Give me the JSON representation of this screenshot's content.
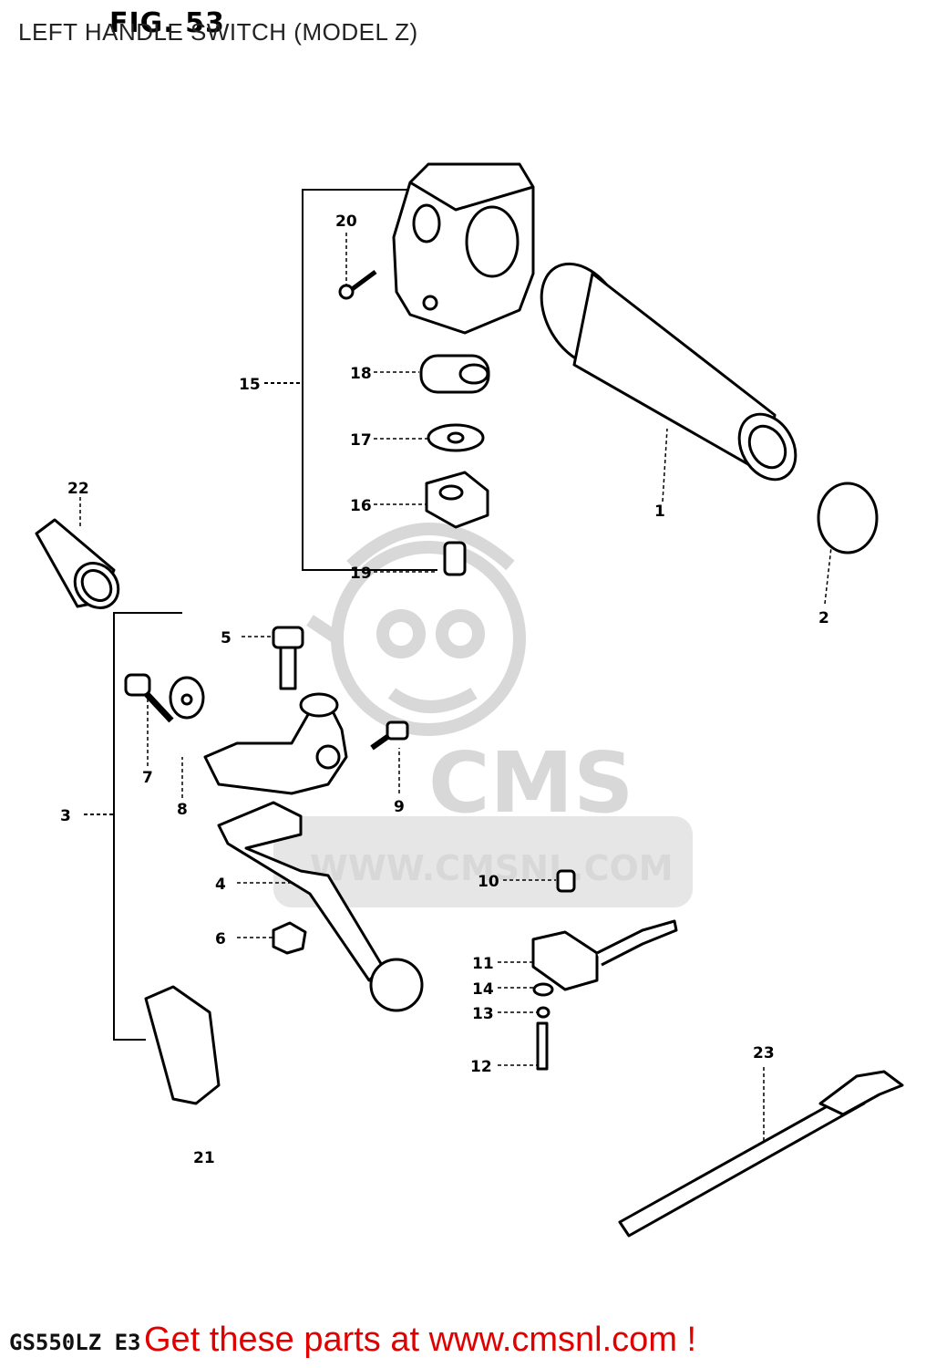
{
  "header": {
    "figure_label": "FIG. 53",
    "title": "LEFT HANDLE SWITCH (MODEL Z)"
  },
  "watermark": {
    "brand": "CMS",
    "url": "WWW.CMSNL.COM"
  },
  "callouts": [
    {
      "id": "c1",
      "label": "1"
    },
    {
      "id": "c2",
      "label": "2"
    },
    {
      "id": "c3",
      "label": "3"
    },
    {
      "id": "c4",
      "label": "4"
    },
    {
      "id": "c5",
      "label": "5"
    },
    {
      "id": "c6",
      "label": "6"
    },
    {
      "id": "c7",
      "label": "7"
    },
    {
      "id": "c8",
      "label": "8"
    },
    {
      "id": "c9",
      "label": "9"
    },
    {
      "id": "c10",
      "label": "10"
    },
    {
      "id": "c11",
      "label": "11"
    },
    {
      "id": "c12",
      "label": "12"
    },
    {
      "id": "c13",
      "label": "13"
    },
    {
      "id": "c14",
      "label": "14"
    },
    {
      "id": "c15",
      "label": "15"
    },
    {
      "id": "c16",
      "label": "16"
    },
    {
      "id": "c17",
      "label": "17"
    },
    {
      "id": "c18",
      "label": "18"
    },
    {
      "id": "c19",
      "label": "19"
    },
    {
      "id": "c20",
      "label": "20"
    },
    {
      "id": "c21",
      "label": "21"
    },
    {
      "id": "c22",
      "label": "22"
    },
    {
      "id": "c23",
      "label": "23"
    }
  ],
  "model_code": "GS550LZ E3",
  "footer": {
    "link_text": "Get these parts at www.cmsnl.com !"
  },
  "colors": {
    "footer_text": "#e00000",
    "line_art": "#000000",
    "watermark": "#d8d8d8"
  }
}
